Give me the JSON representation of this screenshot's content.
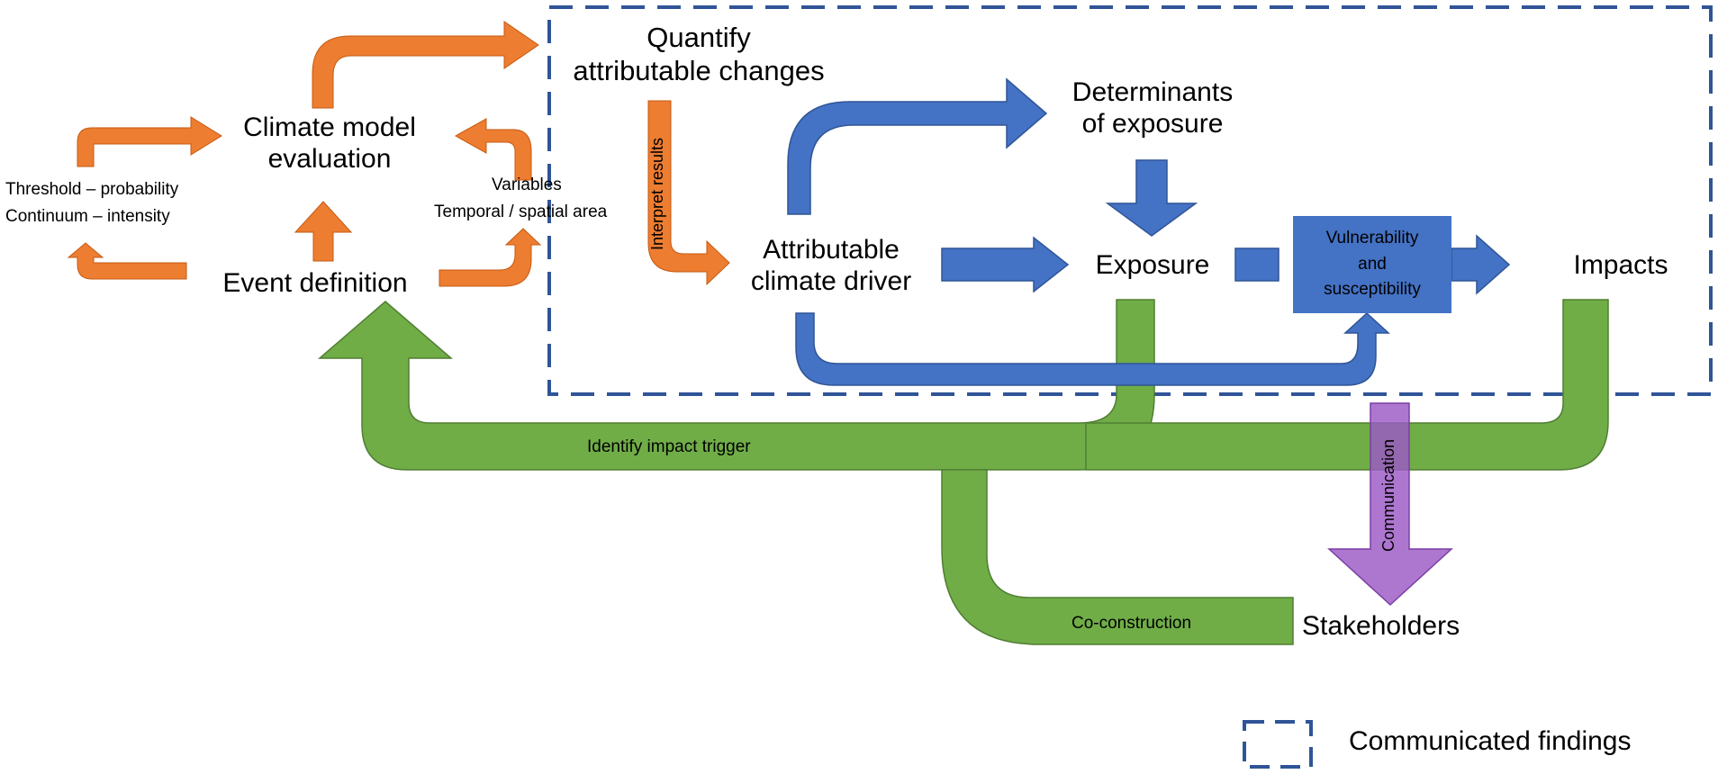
{
  "nodes": {
    "quantify": "Quantify\nattributable changes",
    "climate_model": "Climate model\nevaluation",
    "event_definition": "Event definition",
    "attributable_driver": "Attributable\nclimate driver",
    "determinants": "Determinants\nof exposure",
    "exposure": "Exposure",
    "vulnerability": [
      "Vulnerability",
      "and",
      "susceptibility"
    ],
    "impacts": "Impacts",
    "stakeholders": "Stakeholders"
  },
  "side_labels": {
    "threshold": "Threshold – probability",
    "continuum": "Continuum – intensity",
    "variables": "Variables",
    "temporal_spatial": "Temporal / spatial area"
  },
  "arrow_labels": {
    "interpret": "Interpret results",
    "identify_trigger": "Identify impact trigger",
    "co_construction": "Co-construction",
    "communication": "Communication"
  },
  "legend": {
    "communicated": "Communicated findings"
  },
  "colors": {
    "orange": "#ed7d31",
    "blue": "#4472c4",
    "green": "#70ad47",
    "purple": "#9b59c6",
    "dash": "#2f5597"
  }
}
